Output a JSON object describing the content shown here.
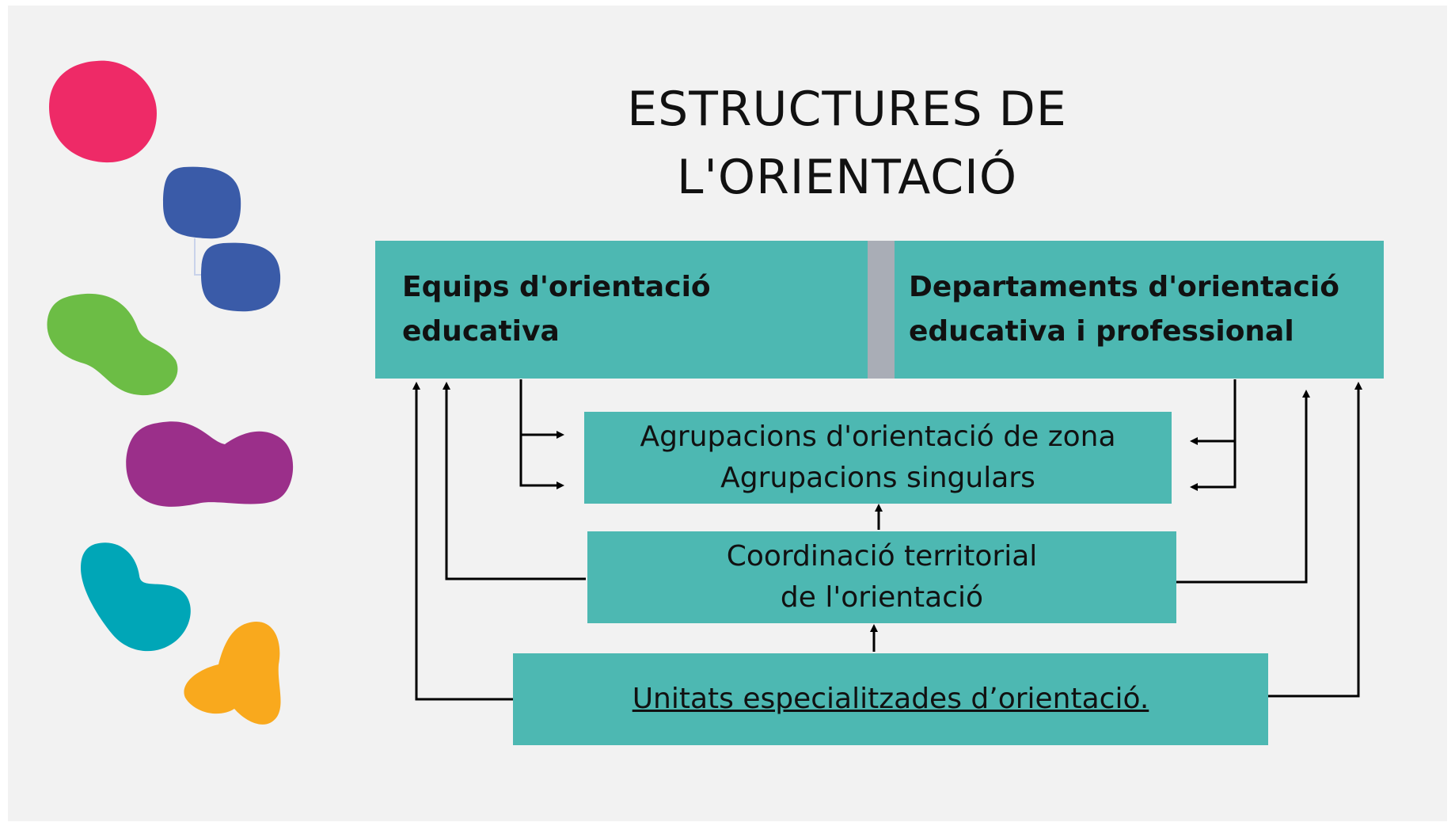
{
  "title": {
    "line1": "ESTRUCTURES DE",
    "line2": "L'ORIENTACIÓ"
  },
  "boxes": {
    "equips": {
      "line1": "Equips d'orientació",
      "line2": "educativa"
    },
    "departaments": {
      "line1": "Departaments d'orientació",
      "line2": "educativa i professional"
    },
    "agrupacions": {
      "line1": "Agrupacions d'orientació de zona",
      "line2": "Agrupacions singulars"
    },
    "coordinacio": {
      "line1": "Coordinació territorial",
      "line2": "de l'orientació"
    },
    "unitats": {
      "label": "Unitats especialitzades d’orientació."
    }
  },
  "colors": {
    "box_fill": "#4db8b2",
    "divider": "#a9adb6",
    "background": "#f2f2f2",
    "blob_pink": "#ee2a67",
    "blob_blue": "#3a5ba8",
    "blob_green": "#6cbd45",
    "blob_purple": "#9b2f8a",
    "blob_teal": "#00a6b7",
    "blob_orange": "#f9a91d"
  }
}
